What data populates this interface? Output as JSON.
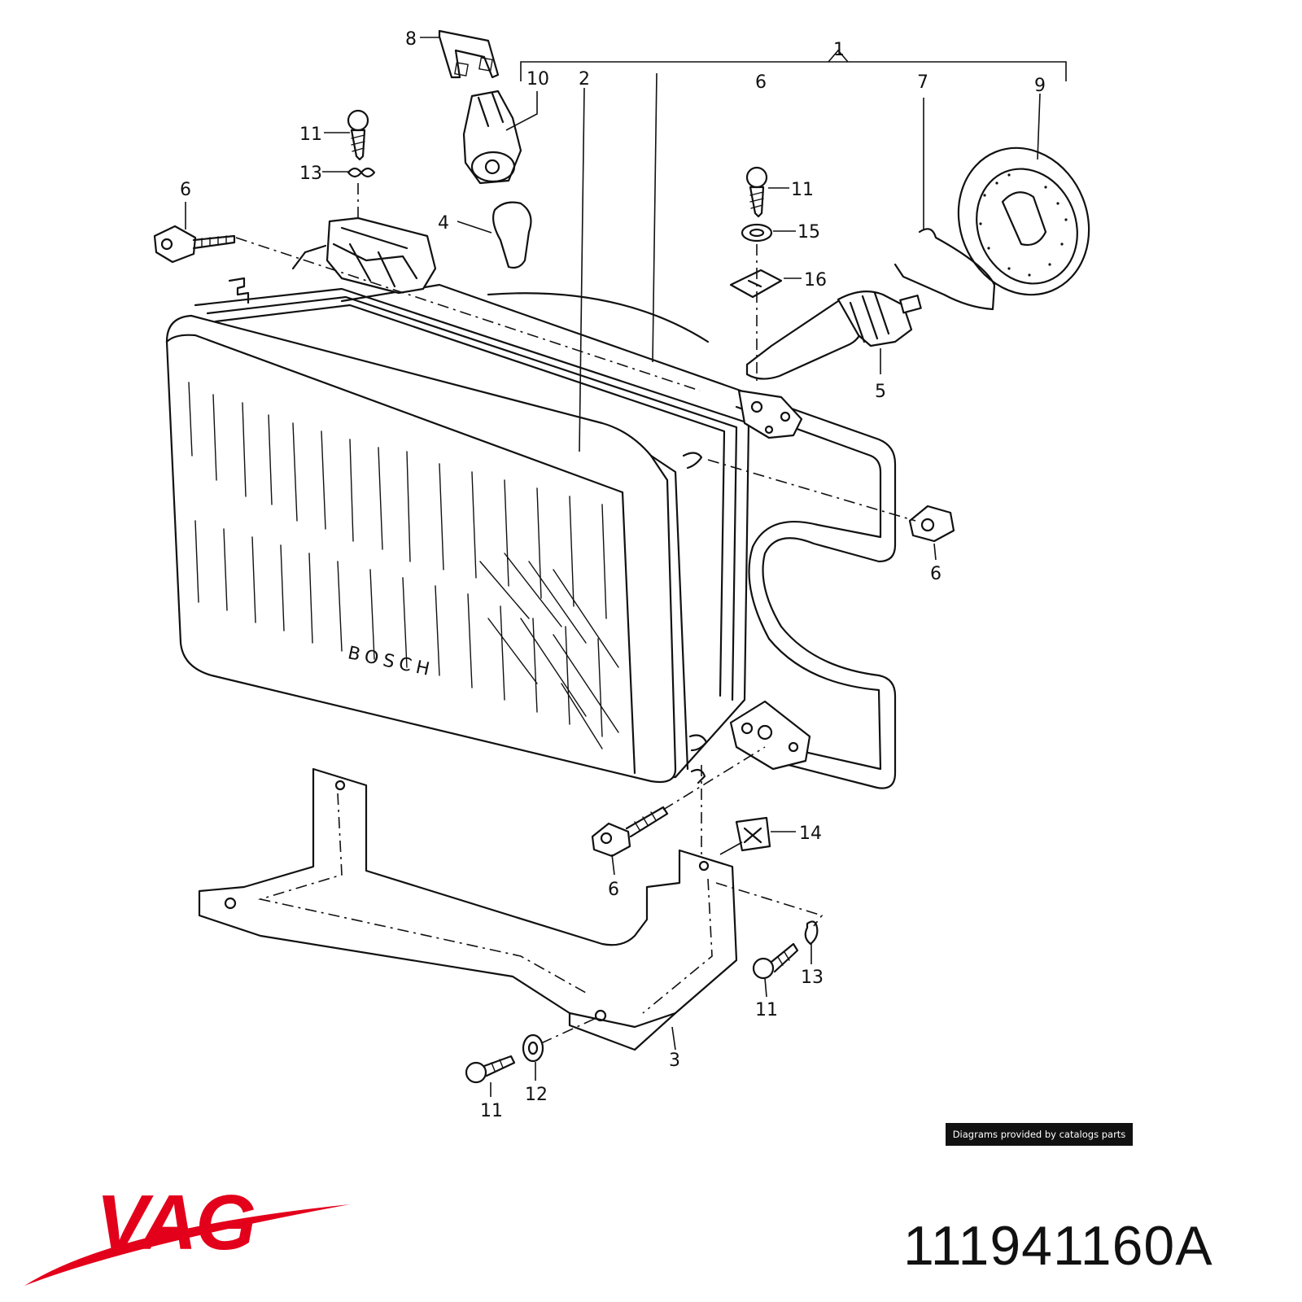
{
  "diagram": {
    "callouts": [
      {
        "id": "c1",
        "text": "1"
      },
      {
        "id": "c2",
        "text": "2"
      },
      {
        "id": "c3",
        "text": "3"
      },
      {
        "id": "c4",
        "text": "4"
      },
      {
        "id": "c5",
        "text": "5"
      },
      {
        "id": "c6a",
        "text": "6"
      },
      {
        "id": "c6b",
        "text": "6"
      },
      {
        "id": "c6c",
        "text": "6"
      },
      {
        "id": "c6d",
        "text": "6"
      },
      {
        "id": "c7",
        "text": "7"
      },
      {
        "id": "c8",
        "text": "8"
      },
      {
        "id": "c9",
        "text": "9"
      },
      {
        "id": "c10",
        "text": "10"
      },
      {
        "id": "c11a",
        "text": "11"
      },
      {
        "id": "c11b",
        "text": "11"
      },
      {
        "id": "c11c",
        "text": "11"
      },
      {
        "id": "c11d",
        "text": "11"
      },
      {
        "id": "c12",
        "text": "12"
      },
      {
        "id": "c13a",
        "text": "13"
      },
      {
        "id": "c13b",
        "text": "13"
      },
      {
        "id": "c14",
        "text": "14"
      },
      {
        "id": "c15",
        "text": "15"
      },
      {
        "id": "c16",
        "text": "16"
      }
    ],
    "lens_marking": "BOSCH"
  },
  "credit": "Diagrams provided by catalogs parts",
  "brand": {
    "logo_text": "VAG",
    "color": "#e3001b"
  },
  "part_number": "111941160A"
}
